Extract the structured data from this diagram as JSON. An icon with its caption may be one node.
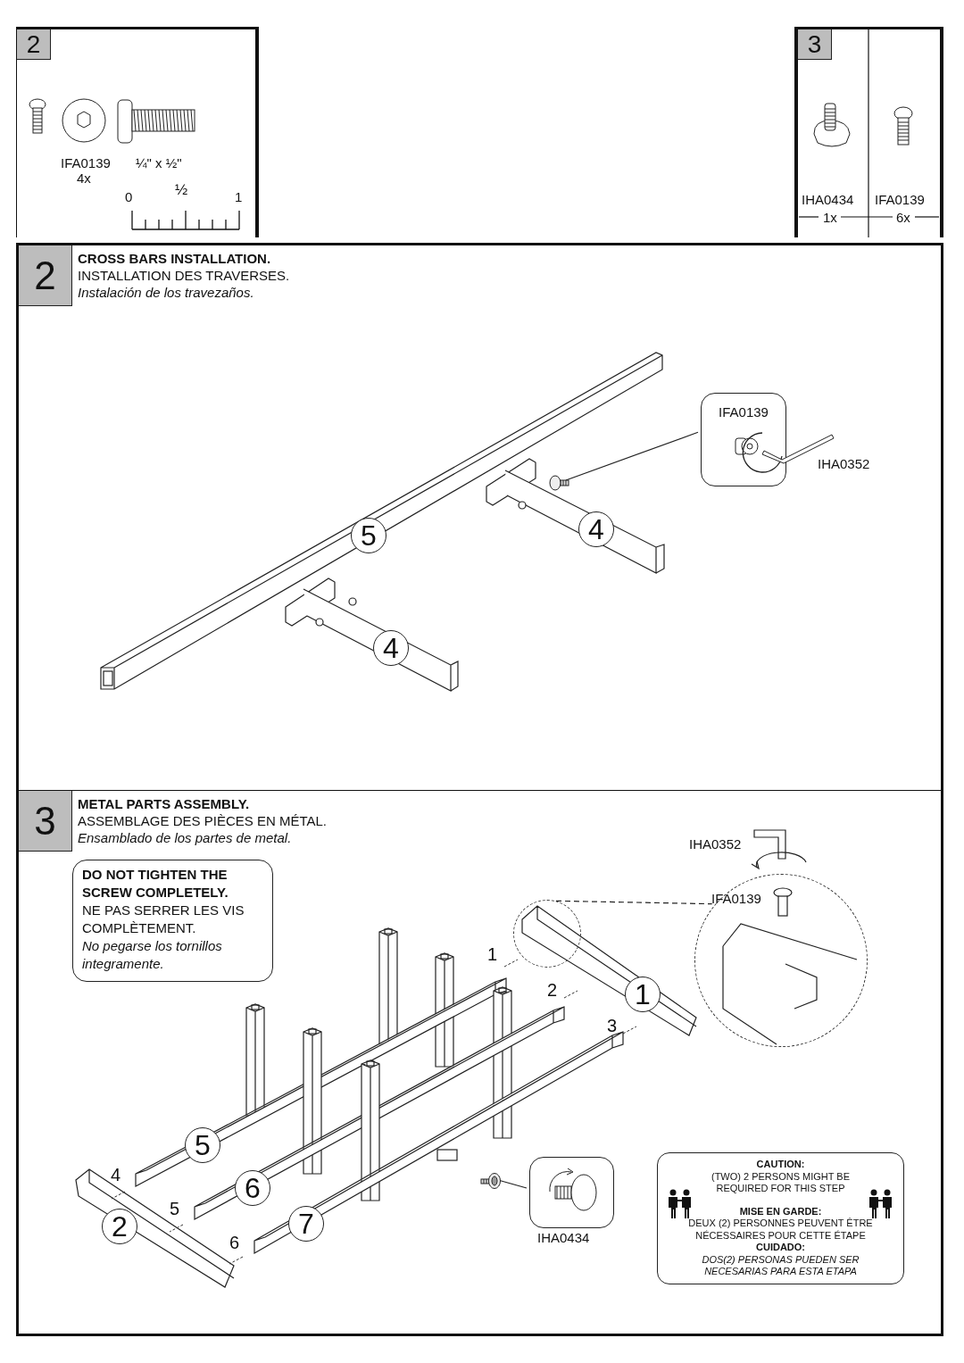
{
  "diagram": {
    "nodes": [
      {
        "text": [
          "2"
        ]
      },
      {
        "text": [
          "3"
        ]
      },
      {
        "text": [
          "2",
          "CROSS BARS INSTALLATION.",
          "INSTALLATION DES TRAVERSES.",
          "Instalación de los travezaños."
        ]
      },
      {
        "text": [
          "IFA0139"
        ],
        "in": 2
      },
      {
        "text": [
          "5"
        ],
        "in": 2
      },
      {
        "text": [
          "4"
        ],
        "in": 2
      },
      {
        "text": [
          "4"
        ],
        "in": 2
      },
      {
        "text": [],
        "shape": "picture",
        "in": 2
      },
      {
        "text": [
          "3",
          "METAL PARTS ASSEMBLY.",
          "ASSEMBLAGE DES PIÈCES EN MÉTAL.",
          "Ensamblado de los partes de metal."
        ]
      },
      {
        "text": [
          "DO NOT TIGHTEN THE SCREW COMPLETELY.",
          "NE PAS SERRER LES VIS COMPLÈTEMENT.",
          "No pegarse los tornillos integramente."
        ],
        "in": 8
      },
      {
        "text": [],
        "shape": "circle",
        "in": 8
      },
      {
        "text": [],
        "shape": "circle",
        "in": 8
      },
      {
        "text": [
          "1"
        ],
        "in": 8
      },
      {
        "text": [
          "5"
        ],
        "in": 8
      },
      {
        "text": [
          "6"
        ],
        "in": 8
      },
      {
        "text": [
          "7"
        ],
        "in": 8
      },
      {
        "text": [
          "2"
        ],
        "in": 8
      },
      {
        "text": [],
        "shape": "box",
        "in": 8,
        "beside": [
          "IHA0434"
        ]
      },
      {
        "text": [],
        "shape": "picture",
        "in": 8
      },
      {
        "text": [
          "CAUTION:",
          "(TWO) 2 PERSONS MIGHT BE REQUIRED FOR THIS STEP",
          "MISE EN GARDE:",
          "DEUX (2) PERSONNES PEUVENT ÊTRE NÉCESSAIRES POUR CETTE ÉTAPE",
          "CUIDADO:",
          "DOS(2) PERSONAS PUEDEN SER NECESARIAS PARA ESTA ETAPA"
        ],
        "in": 8
      }
    ],
    "edges": [
      {
        "from": 3,
        "to": 7,
        "arrow": "none"
      },
      {
        "from": 11,
        "to": 10,
        "arrow": "none",
        "style": "dashed"
      },
      {
        "from": 17,
        "to": 18,
        "arrow": "none"
      }
    ],
    "labels": [
      "IFA0139",
      "4x",
      "¼\" x ½\"",
      "0",
      "½",
      "1",
      "IHA0434",
      "1x",
      "IFA0139",
      "6x",
      "IHA0352",
      "IHA0352",
      "IFA0139",
      "1",
      "2",
      "3",
      "4",
      "5",
      "6"
    ]
  }
}
